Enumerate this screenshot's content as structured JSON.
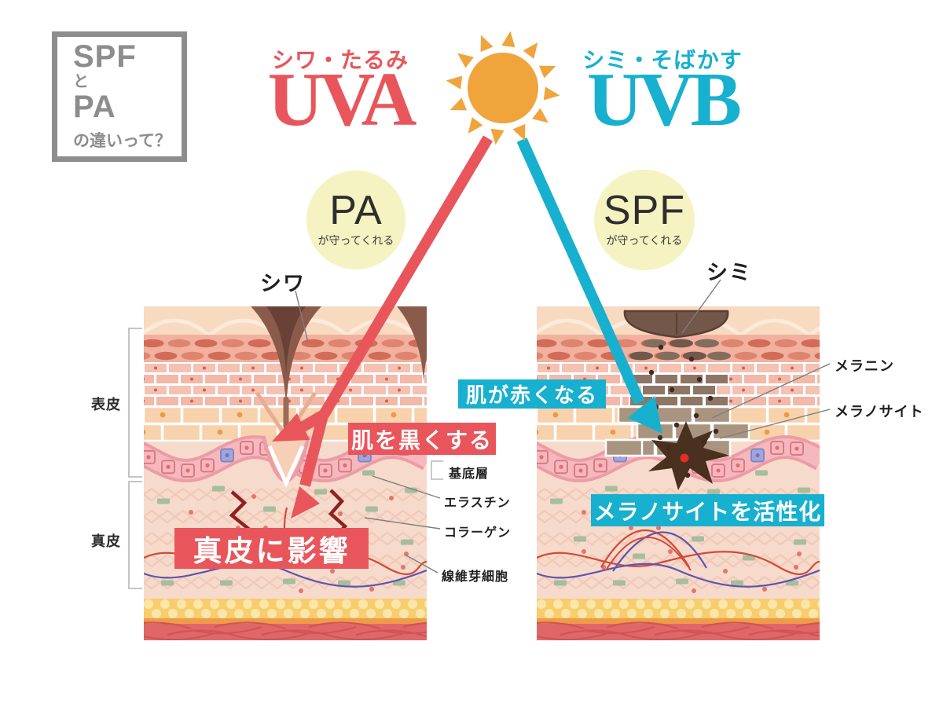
{
  "palette": {
    "red": "#e8565c",
    "cyan": "#17b0cf",
    "sun_orange": "#f0a43c",
    "pale_yellow": "#f5f3c2",
    "gray": "#8d8d8d"
  },
  "intro_box": {
    "lines": [
      "SPF",
      "と",
      "PA",
      "の違いって？"
    ]
  },
  "uva": {
    "tagline": "シワ・たるみ",
    "name": "UVA"
  },
  "uvb": {
    "tagline": "シミ・そばかす",
    "name": "UVB"
  },
  "protection": {
    "pa": {
      "name": "PA",
      "caption": "が守ってくれる"
    },
    "spf": {
      "name": "SPF",
      "caption": "が守ってくれる"
    }
  },
  "skin_layers": {
    "epidermis": "表皮",
    "dermis": "真皮"
  },
  "left_diagram": {
    "pointer": "シワ",
    "badge_epidermis": "肌を黒くする",
    "badge_dermis": "真皮に影響"
  },
  "right_diagram": {
    "pointer": "シミ",
    "badge_epidermis": "肌が赤くなる",
    "badge_dermis": "メラノサイトを活性化",
    "label_melanin": "メラニン",
    "label_melanocyte": "メラノサイト"
  },
  "anatomy_labels": {
    "basal_layer": "基底層",
    "elastin": "エラスチン",
    "collagen": "コラーゲン",
    "fibroblast": "線維芽細胞"
  }
}
